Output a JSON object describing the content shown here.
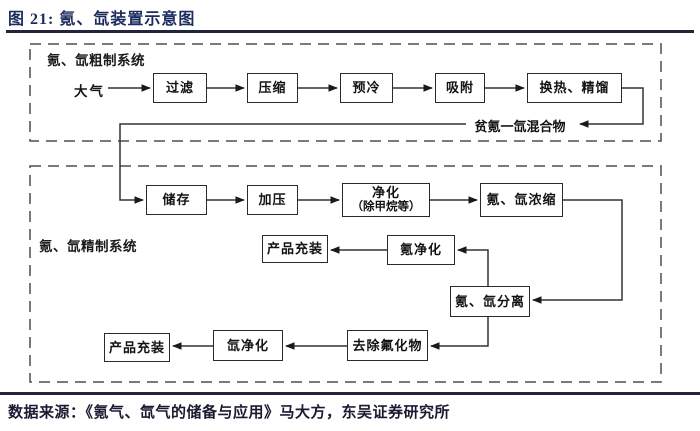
{
  "figure": {
    "title": "图 21:  氪、氙装置示意图",
    "source": "数据来源：《氪气、氙气的储备与应用》马大方，东吴证券研究所"
  },
  "diagram": {
    "section_crude": "氪、氙粗制系统",
    "section_refined": "氪、氙精制系统",
    "input": "大气",
    "feedback": "贫氪一氙混合物",
    "nodes": {
      "filter": "过滤",
      "compress": "压缩",
      "precool": "预冷",
      "adsorb": "吸附",
      "heat_distill": "换热、精馏",
      "store": "储存",
      "pressurize": "加压",
      "purify_l1": "净化",
      "purify_l2": "（除甲烷等）",
      "concentrate": "氪、氙浓缩",
      "kr_purify": "氪净化",
      "kr_fill": "产品充装",
      "separate": "氪、氙分离",
      "remove_fluoride": "去除氟化物",
      "xe_purify": "氙净化",
      "xe_fill": "产品充装"
    }
  }
}
